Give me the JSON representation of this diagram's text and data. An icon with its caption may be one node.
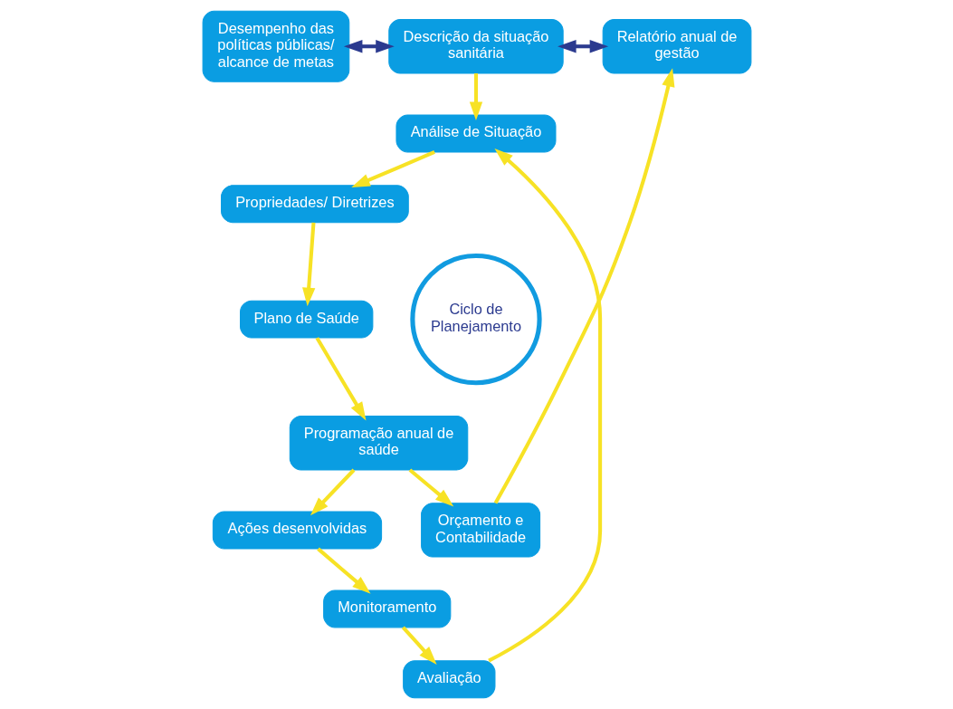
{
  "diagram": {
    "nodes": [
      {
        "text": [
          "Desempenho das políticas públicas/ alcance de metas"
        ]
      },
      {
        "text": [
          "Descrição da situação sanitária"
        ]
      },
      {
        "text": [
          "Relatório anual de gestão"
        ]
      },
      {
        "text": [
          "Análise de Situação"
        ]
      },
      {
        "text": [
          "Avaliação"
        ]
      },
      {
        "text": [
          "Propriedades/ Diretrizes"
        ]
      },
      {
        "text": [
          "Ciclo de Planejamento"
        ]
      },
      {
        "text": [
          "Monitoramento"
        ]
      },
      {
        "text": [
          "Plano de Saúde"
        ]
      },
      {
        "text": [
          "Ações desenvolvidas"
        ]
      },
      {
        "text": [
          "Orçamento e Contabilidade"
        ]
      },
      {
        "text": [
          "Programação anual de saúde"
        ]
      }
    ],
    "edges": [
      {
        "from": 0,
        "to": 1,
        "arrow": "both",
        "color": "#2b3a8f"
      },
      {
        "from": 1,
        "to": 2,
        "arrow": "both",
        "color": "#2b3a8f"
      },
      {
        "from": 1,
        "to": 3,
        "arrow": "to"
      },
      {
        "from": 3,
        "to": 5,
        "arrow": "to"
      },
      {
        "from": 5,
        "to": 8,
        "arrow": "to"
      },
      {
        "from": 8,
        "to": 11,
        "arrow": "to"
      },
      {
        "from": 11,
        "to": 10,
        "arrow": "to"
      },
      {
        "from": 10,
        "to": 2,
        "arrow": "to"
      },
      {
        "from": 11,
        "to": 9,
        "arrow": "to"
      },
      {
        "from": 9,
        "to": 7,
        "arrow": "to"
      },
      {
        "from": 7,
        "to": 4,
        "arrow": "to"
      },
      {
        "from": 4,
        "to": 3,
        "arrow": "to"
      }
    ]
  }
}
